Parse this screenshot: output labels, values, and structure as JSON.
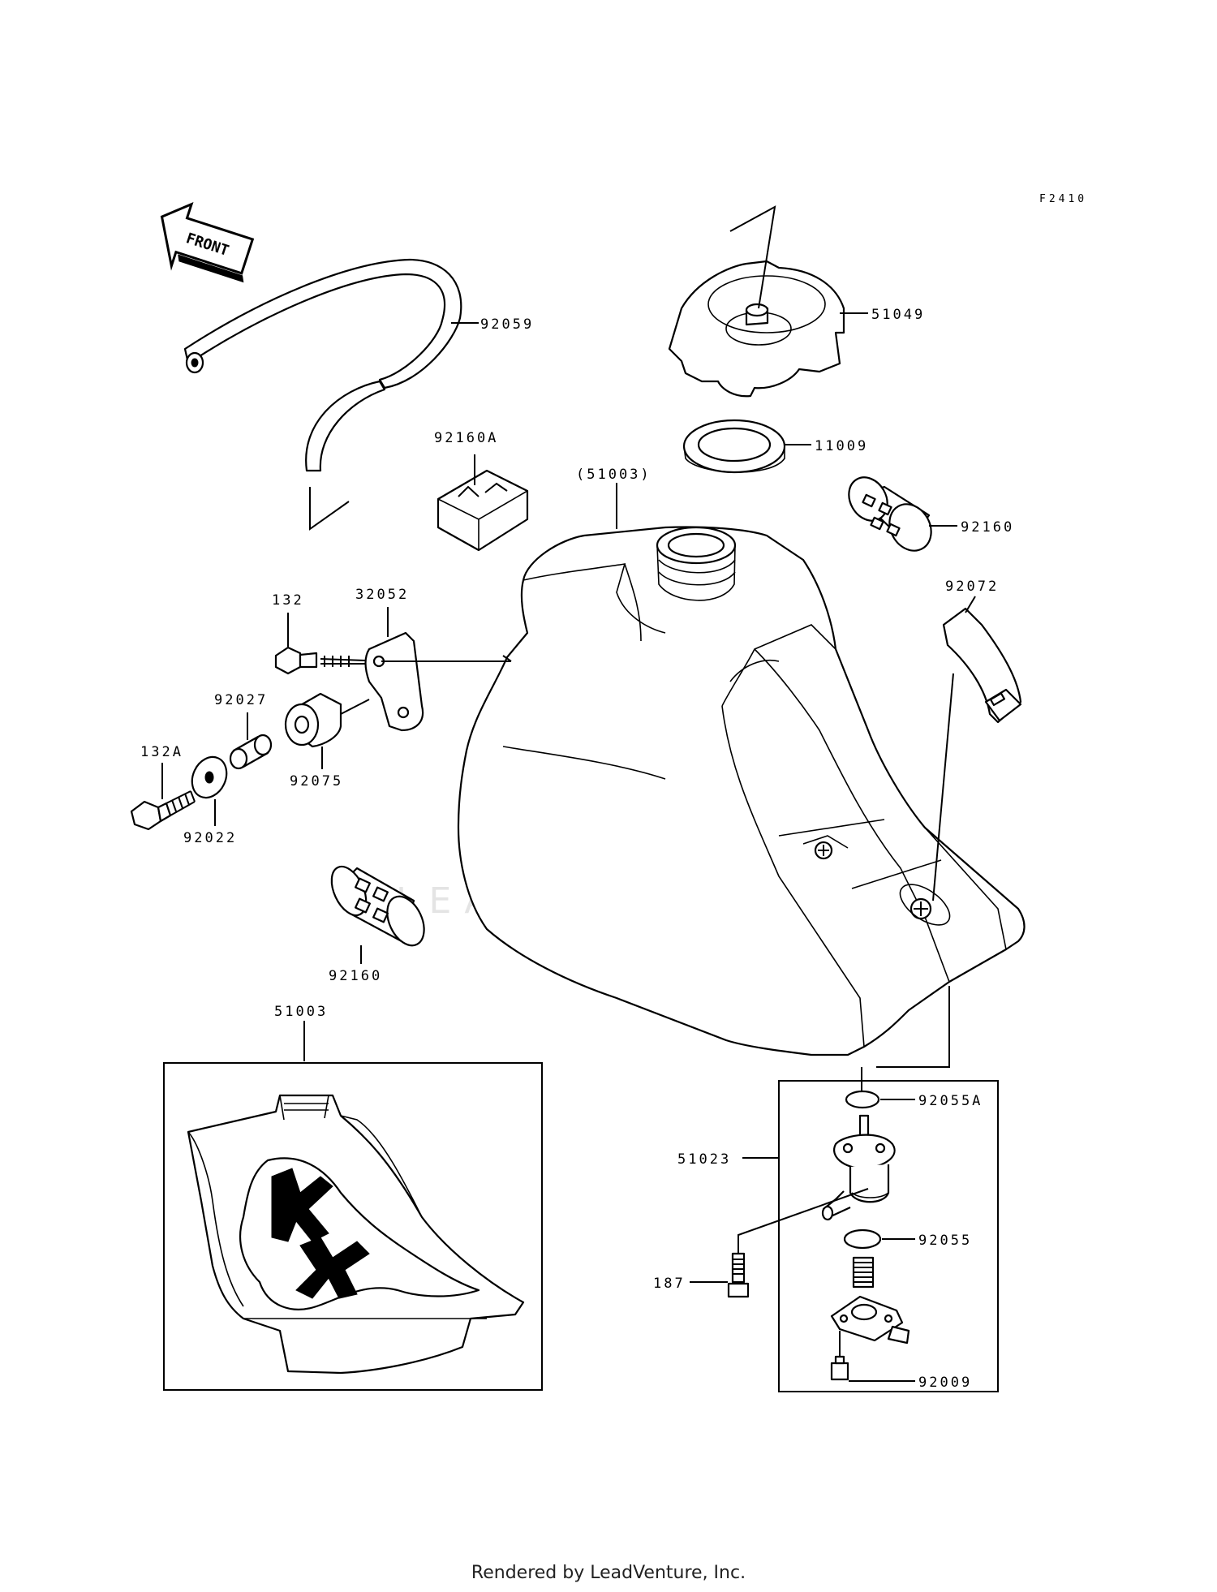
{
  "figure_code": "F2410",
  "front_badge": "FRONT",
  "watermark": "LEADVENTURE",
  "callouts": {
    "hose": "92059",
    "cap": "51049",
    "gasket": "11009",
    "band_a": "92160A",
    "tank_ref": "(51003)",
    "band_right": "92160",
    "strap": "92072",
    "bolt": "132",
    "bracket": "32052",
    "collar": "92027",
    "damper": "92075",
    "bolt_a": "132A",
    "washer": "92022",
    "band_left": "92160",
    "tank_decal": "51003",
    "cock_oring_a": "92055A",
    "fuel_cock": "51023",
    "cock_oring": "92055",
    "cock_bolt": "187",
    "cock_screw": "92009"
  },
  "footer_text": "Rendered by LeadVenture, Inc."
}
